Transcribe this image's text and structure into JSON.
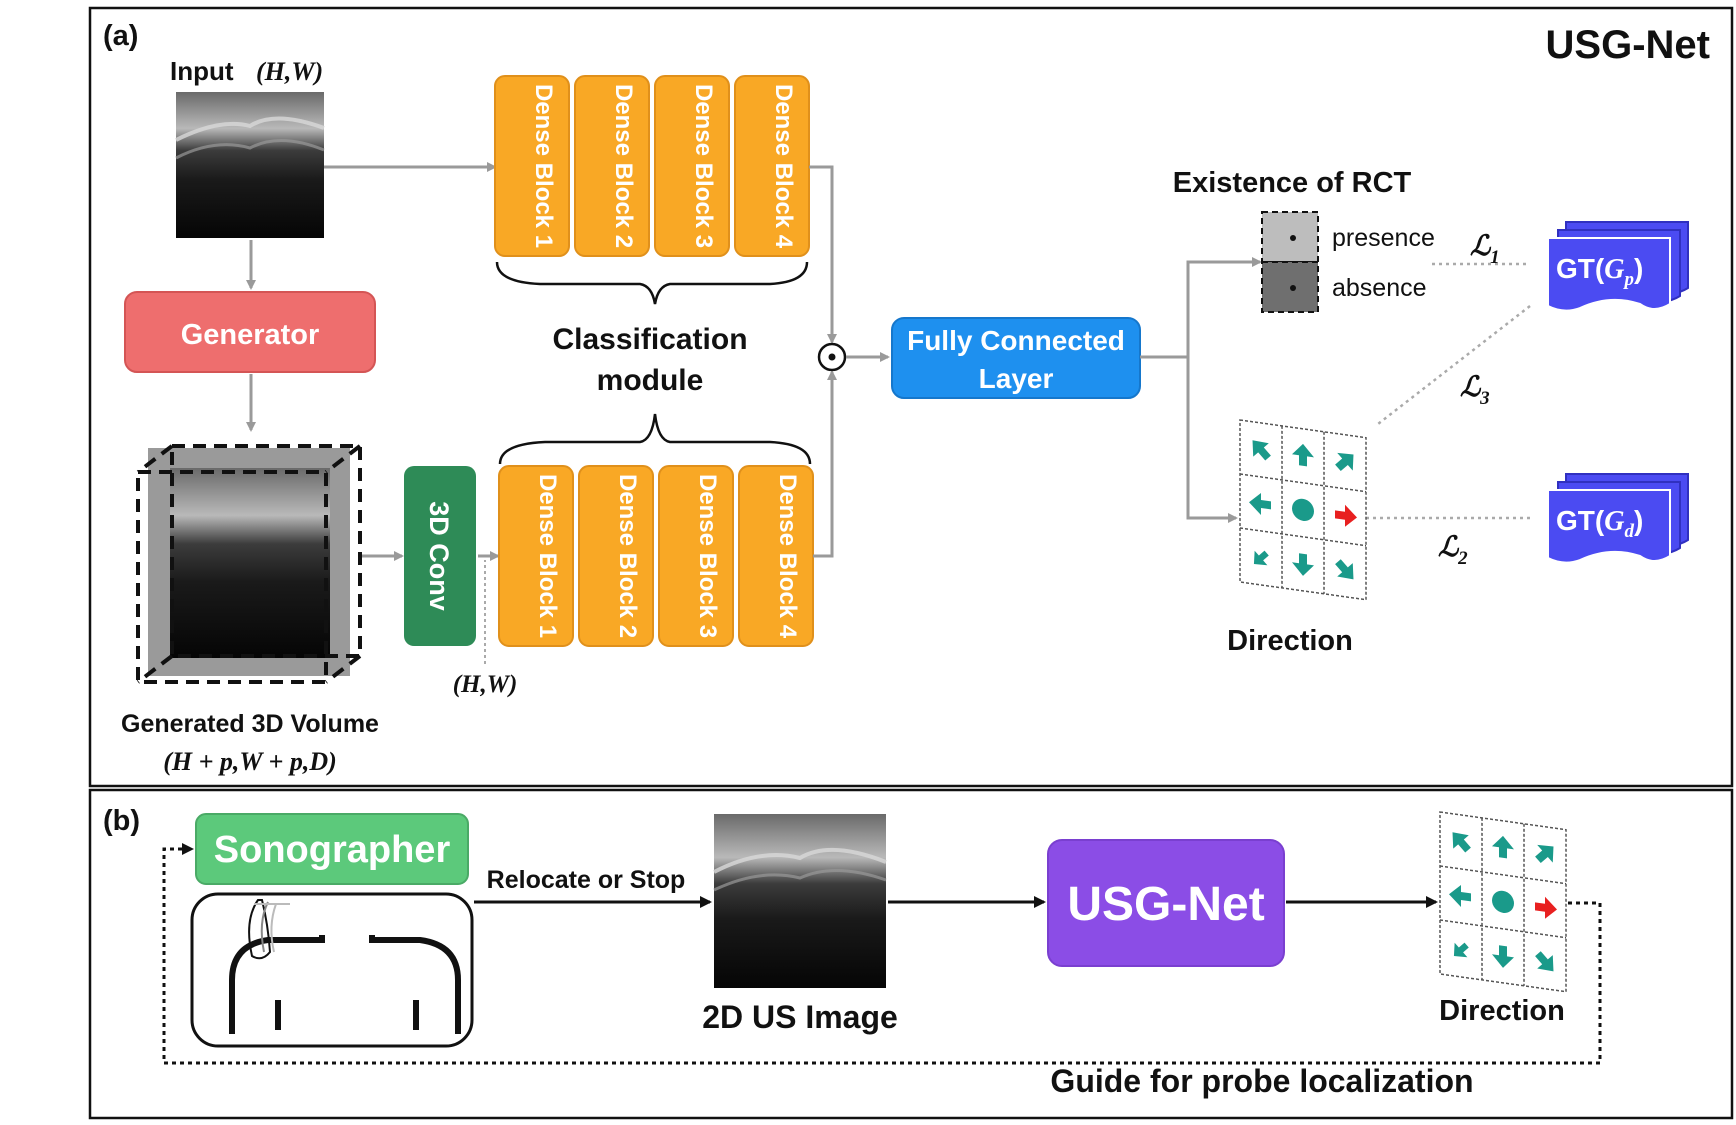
{
  "panel_a": {
    "label": "(a)",
    "title": "USG-Net",
    "input_label": "Input",
    "input_dims": "(H,W)",
    "generator": "Generator",
    "volume_label": "Generated 3D Volume",
    "volume_dims": "(H + p,W + p,D)",
    "conv3d": "3D Conv",
    "conv_input_dims": "(H,W)",
    "dense_blocks": [
      "Dense Block 1",
      "Dense Block 2",
      "Dense Block 3",
      "Dense Block 4"
    ],
    "classification_line1": "Classification",
    "classification_line2": "module",
    "product_symbol": "⊙",
    "fc_line1": "Fully Connected",
    "fc_line2": "Layer",
    "existence_title": "Existence of RCT",
    "presence": "presence",
    "absence": "absence",
    "gt_p": "GT(Gp)",
    "gt_d": "GT(Gd)",
    "loss1": "L1",
    "loss2": "L2",
    "loss3": "L3",
    "direction": "Direction"
  },
  "panel_b": {
    "label": "(b)",
    "sonographer": "Sonographer",
    "relocate": "Relocate or Stop",
    "us_image": "2D US Image",
    "usgnet": "USG-Net",
    "direction": "Direction",
    "guide": "Guide for probe localization"
  },
  "colors": {
    "dense": "#f9a825",
    "generator": "#ee6e6e",
    "conv3d": "#2e8b57",
    "fc": "#1e90ef",
    "gt": "#4b4bf2",
    "sonographer": "#5cc97b",
    "usgnet": "#8b4de6",
    "arrow_teal": "#1a9a8a",
    "arrow_red": "#e82020"
  },
  "icons": [
    "arrow-up-left-icon",
    "arrow-up-icon",
    "arrow-up-right-icon",
    "arrow-left-icon",
    "center-dot-icon",
    "arrow-right-icon",
    "arrow-down-left-icon",
    "arrow-down-icon",
    "arrow-down-right-icon",
    "probe-hand-icon",
    "shoulder-icon"
  ]
}
